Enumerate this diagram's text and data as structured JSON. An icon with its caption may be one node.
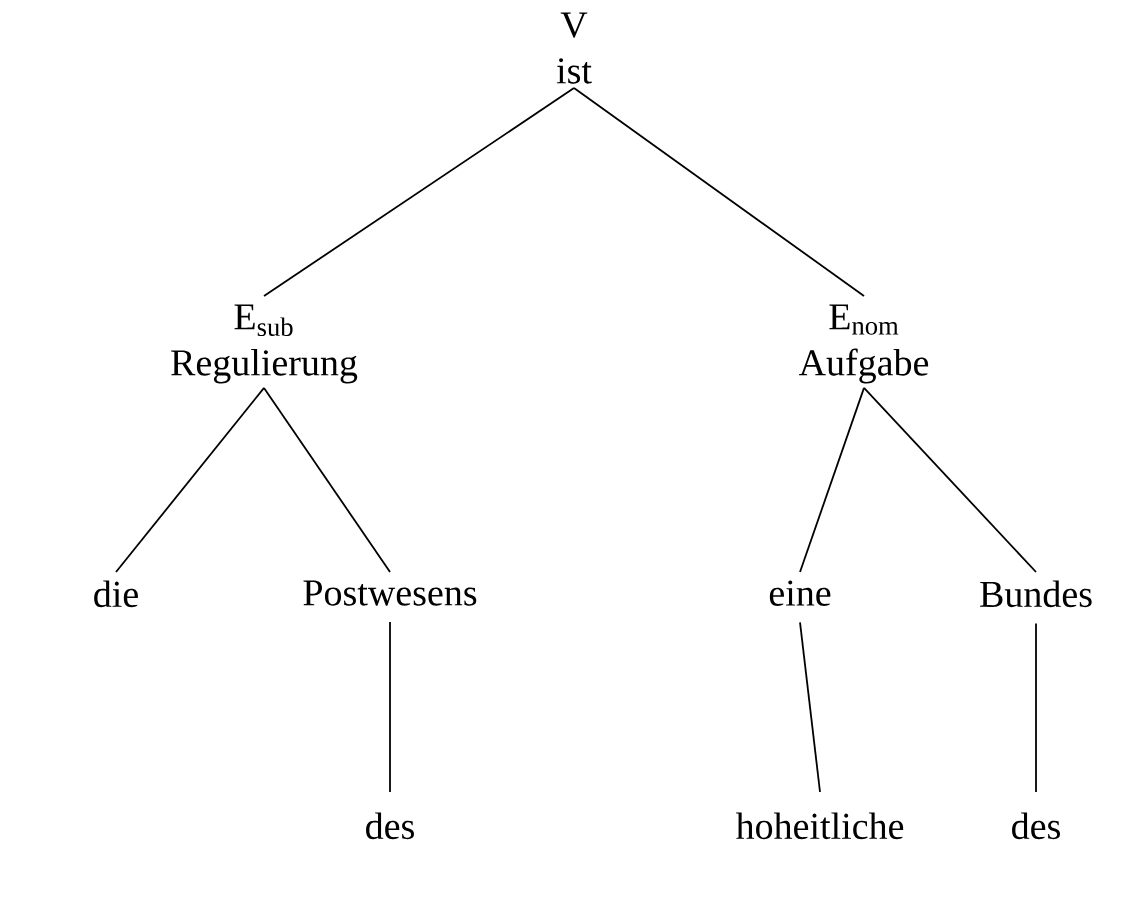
{
  "diagram": {
    "nodes": [
      {
        "text": [
          "V",
          "ist"
        ]
      },
      {
        "text": [
          "E$_{sub}$",
          "Regulierung"
        ]
      },
      {
        "text": [
          "E$_{nom}$",
          "Aufgabe"
        ]
      },
      {
        "text": [
          "die"
        ]
      },
      {
        "text": [
          "Postwesens"
        ]
      },
      {
        "text": [
          "des"
        ]
      },
      {
        "text": [
          "eine"
        ]
      },
      {
        "text": [
          "Bundes"
        ]
      },
      {
        "text": [
          "hoheitliche"
        ]
      },
      {
        "text": [
          "des"
        ]
      }
    ],
    "edges": [
      {
        "from": 0,
        "to": 1,
        "arrow": "none"
      },
      {
        "from": 0,
        "to": 2,
        "arrow": "none"
      },
      {
        "from": 1,
        "to": 3,
        "arrow": "none"
      },
      {
        "from": 1,
        "to": 4,
        "arrow": "none"
      },
      {
        "from": 4,
        "to": 5,
        "arrow": "none"
      },
      {
        "from": 2,
        "to": 6,
        "arrow": "none"
      },
      {
        "from": 2,
        "to": 7,
        "arrow": "none"
      },
      {
        "from": 6,
        "to": 8,
        "arrow": "none"
      },
      {
        "from": 7,
        "to": 9,
        "arrow": "none"
      }
    ]
  }
}
